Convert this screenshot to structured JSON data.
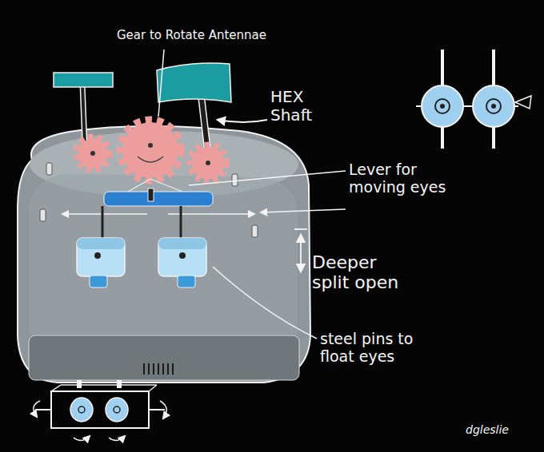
{
  "diagram": {
    "labels": [
      "Gear to Rotate Antennae",
      "HEX Shaft",
      "Lever for moving eyes",
      "Deeper split open",
      "steel pins to float eyes",
      "dgleslie"
    ]
  }
}
